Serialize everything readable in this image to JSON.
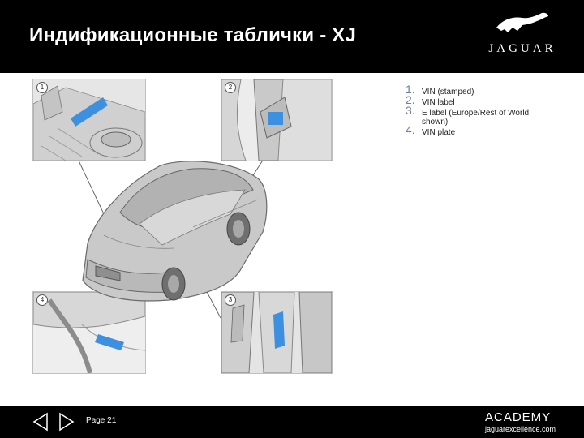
{
  "header": {
    "title": "Индификационные таблички - XJ",
    "brand": "JAGUAR"
  },
  "legend": {
    "items": [
      {
        "num": "1.",
        "text": "VIN (stamped)"
      },
      {
        "num": "2.",
        "text": "VIN label"
      },
      {
        "num": "3.",
        "text": "E label (Europe/Rest of World shown)"
      },
      {
        "num": "4.",
        "text": "VIN plate"
      }
    ]
  },
  "figure": {
    "panels": [
      {
        "label": "1"
      },
      {
        "label": "2"
      },
      {
        "label": "4"
      },
      {
        "label": "3"
      }
    ]
  },
  "footer": {
    "page": "Page 21",
    "academy": "ACADEMY",
    "site": "jaguarexcellence.com"
  },
  "colors": {
    "header_bg": "#000000",
    "highlight": "#3d8fe0",
    "legend_number": "#6d7fa6"
  }
}
